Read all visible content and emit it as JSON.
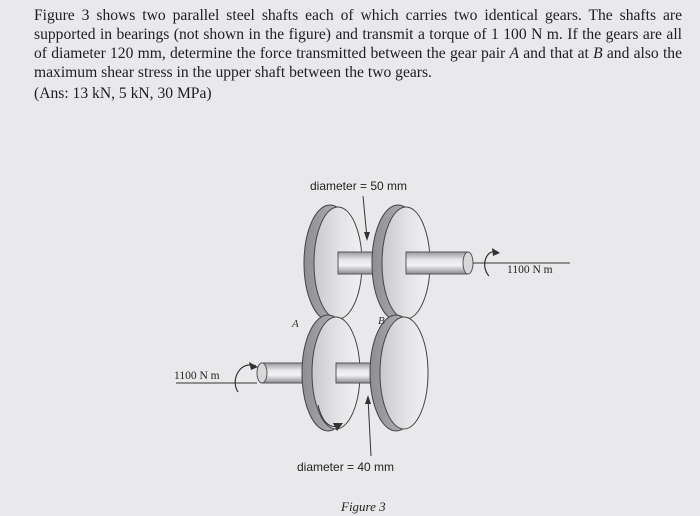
{
  "problem": {
    "text_part1": "Figure 3 shows two parallel steel shafts each of which carries two identical gears. The shafts are supported in bearings (not shown in the figure) and transmit a torque of 1 100 N m. If the gears are all of diameter 120 mm, determine the force transmitted between the gear pair ",
    "gear_a": "A",
    "text_part2": " and that at ",
    "gear_b": "B",
    "text_part3": " and also the maximum shear stress in the upper shaft between the two gears.",
    "answer": "(Ans: 13 kN, 5 kN, 30 MPa)"
  },
  "figure": {
    "upper_diameter_label": "diameter = 50 mm",
    "lower_diameter_label": "diameter = 40 mm",
    "torque_right": "1100 N m",
    "torque_left": "1100 N m",
    "gear_label_a": "A",
    "gear_label_b": "B",
    "caption": "Figure 3"
  }
}
